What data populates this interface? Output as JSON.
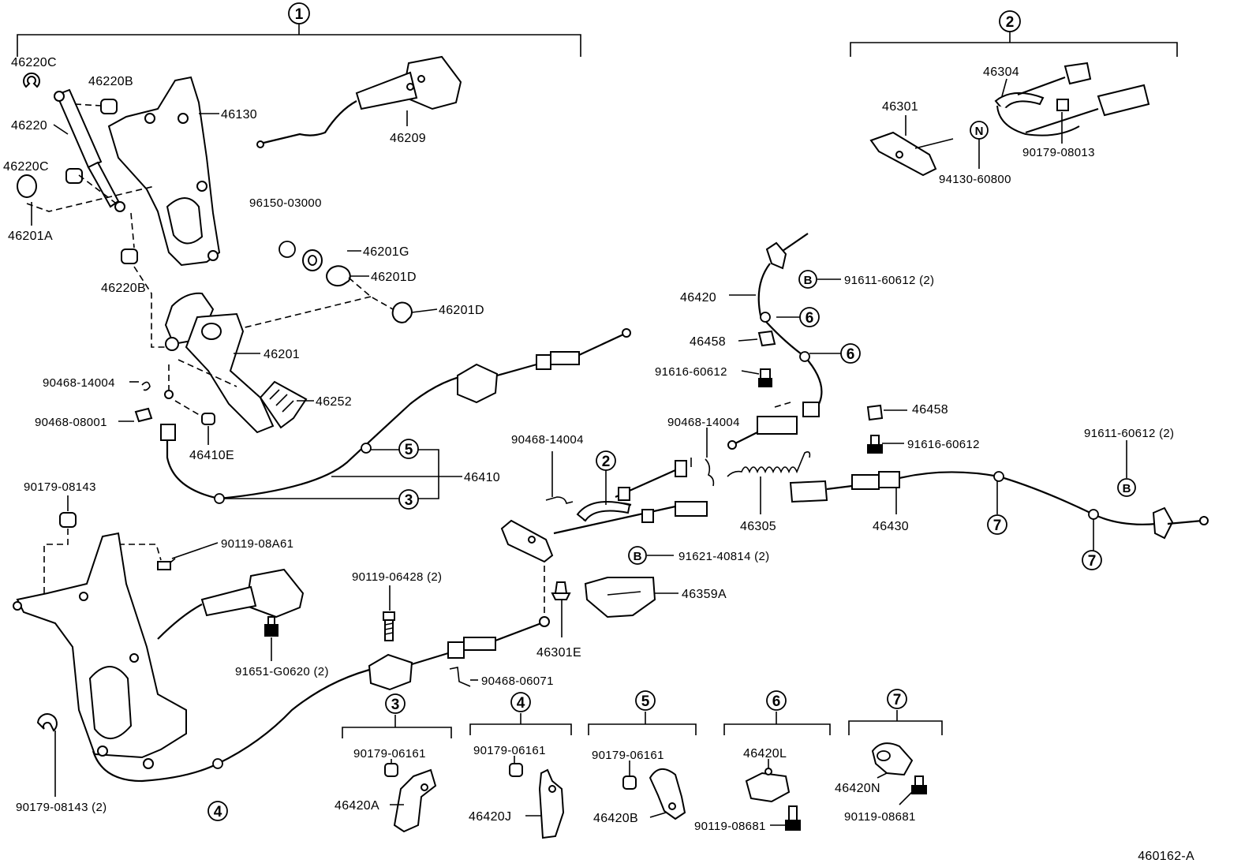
{
  "diagram_code": "460162-A",
  "groups": {
    "g1": "1",
    "g2": "2",
    "g3": "3",
    "g4": "4",
    "g5": "5",
    "g6": "6",
    "g7": "7"
  },
  "letters": {
    "b": "B",
    "n": "N"
  },
  "parts": {
    "p46220C_a": "46220C",
    "p46220B_a": "46220B",
    "p46130": "46130",
    "p46220": "46220",
    "p46220C_b": "46220C",
    "p46201A": "46201A",
    "p46209": "46209",
    "p96150": "96150-03000",
    "p46201G": "46201G",
    "p46201D_a": "46201D",
    "p46201D_b": "46201D",
    "p46220B_b": "46220B",
    "p46201": "46201",
    "p90468_14004_a": "90468-14004",
    "p46252": "46252",
    "p90468_08001": "90468-08001",
    "p46410E": "46410E",
    "p46410": "46410",
    "p90179_08143_a": "90179-08143",
    "p90119_08A61": "90119-08A61",
    "p91651": "91651-G0620 (2)",
    "p90119_06428": "90119-06428 (2)",
    "p90179_08143_b": "90179-08143 (2)",
    "p46301": "46301",
    "p46304": "46304",
    "p90179_08013": "90179-08013",
    "p94130": "94130-60800",
    "p91611_a": "91611-60612 (2)",
    "p46420": "46420",
    "p46458_a": "46458",
    "p91616_a": "91616-60612",
    "p90468_14004_b": "90468-14004",
    "p90468_14004_c": "90468-14004",
    "p46458_b": "46458",
    "p91616_b": "91616-60612",
    "p91611_b": "91611-60612 (2)",
    "p46305": "46305",
    "p46430": "46430",
    "p91621": "91621-40814 (2)",
    "p46359A": "46359A",
    "p46301E": "46301E",
    "p90468_06071": "90468-06071",
    "p90179_06161_a": "90179-06161",
    "p46420A": "46420A",
    "p90179_06161_b": "90179-06161",
    "p46420J": "46420J",
    "p90179_06161_c": "90179-06161",
    "p46420B": "46420B",
    "p46420L": "46420L",
    "p90119_08681_a": "90119-08681",
    "p46420N": "46420N",
    "p90119_08681_b": "90119-08681"
  }
}
